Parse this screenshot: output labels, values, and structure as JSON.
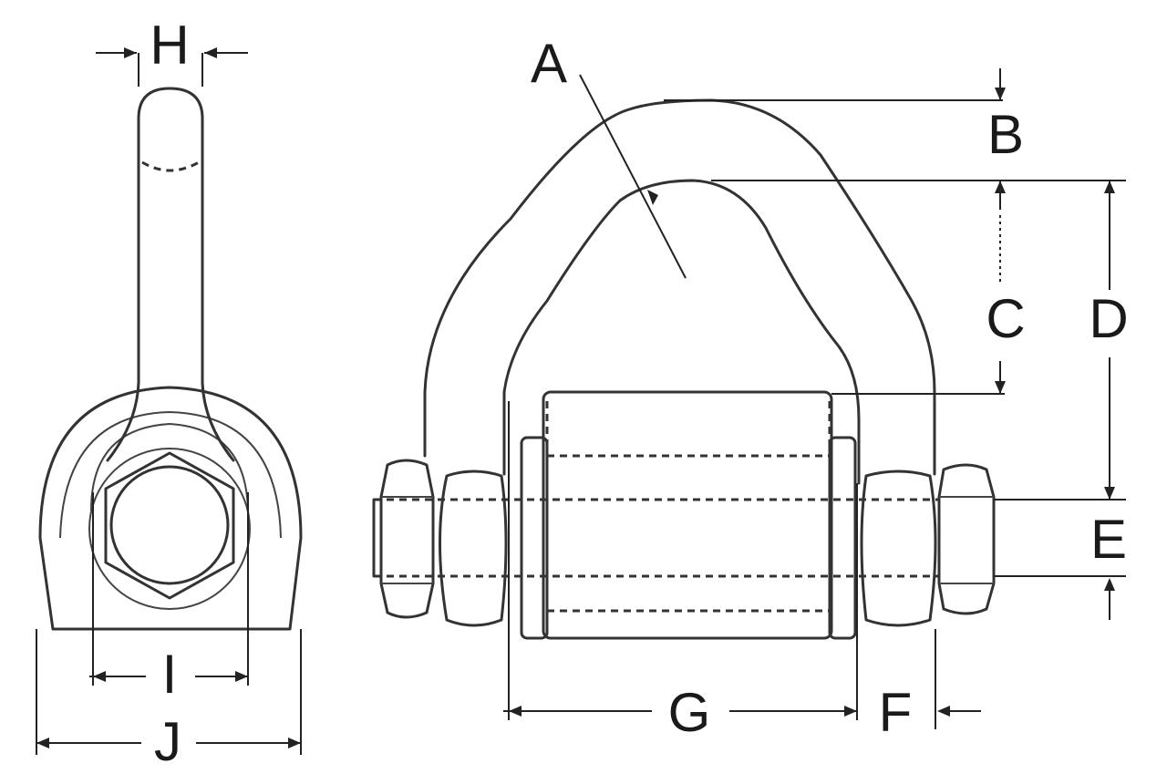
{
  "figure": {
    "views": [
      "side-view",
      "front-view"
    ],
    "dimension_labels": {
      "A": "A",
      "B": "B",
      "C": "C",
      "D": "D",
      "E": "E",
      "F": "F",
      "G": "G",
      "H": "H",
      "I": "I",
      "J": "J"
    }
  }
}
